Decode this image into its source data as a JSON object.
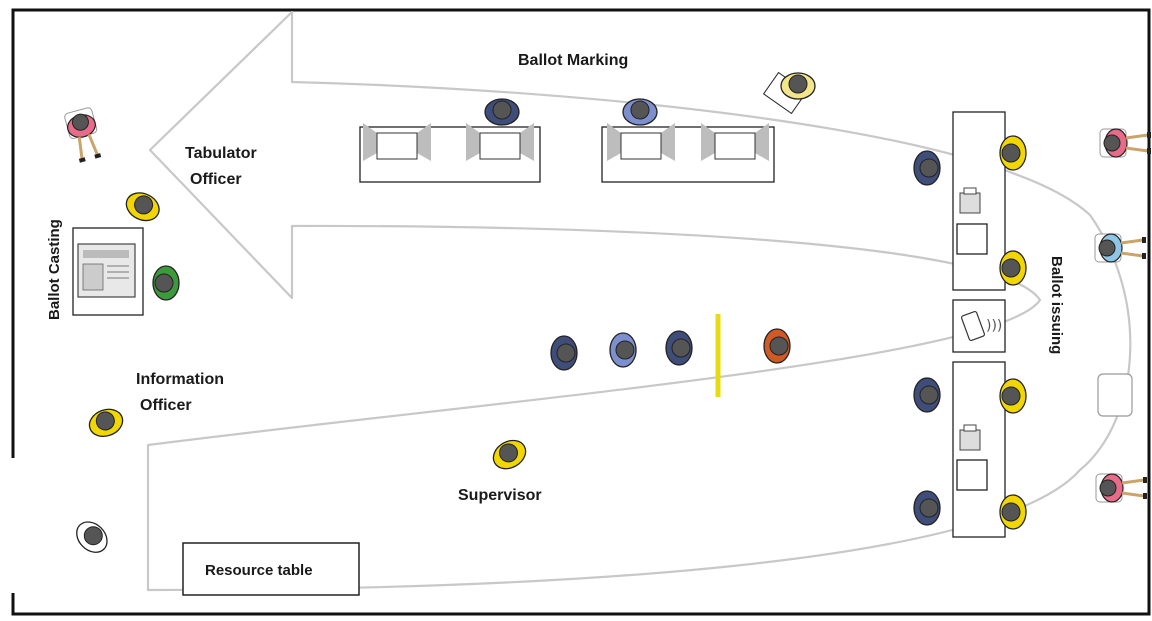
{
  "labels": {
    "ballot_marking": "Ballot Marking",
    "tabulator_officer_line1": "Tabulator",
    "tabulator_officer_line2": "Officer",
    "ballot_casting": "Ballot Casting",
    "ballot_issuing": "Ballot issuing",
    "information_officer_line1": "Information",
    "information_officer_line2": "Officer",
    "supervisor": "Supervisor",
    "resource_table": "Resource table"
  },
  "colors": {
    "yellow_officer": "#f2d600",
    "dark_voter": "#3f4d7a",
    "blue_voter": "#7d8fcf",
    "orange_person": "#cf5a24",
    "green_person": "#3c9a3c",
    "pink_person": "#e86b8a",
    "lightblue_person": "#8ec7e6",
    "queue_line": "#e8dc10",
    "flow_arrow": "#c8c8c8"
  }
}
